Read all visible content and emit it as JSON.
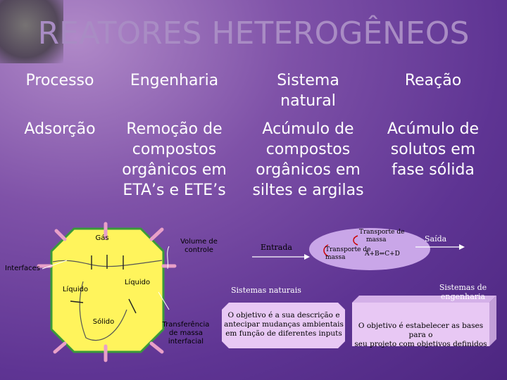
{
  "title": "REATORES HETEROGÊNEOS",
  "table": {
    "headers": [
      "Processo",
      "Engenharia",
      "Sistema\nnatural",
      "Reação"
    ],
    "row": {
      "processo": "Adsorção",
      "engenharia": [
        "Remoção de",
        "compostos",
        "orgânicos em",
        "ETA’s e ETE’s"
      ],
      "natural": [
        "Acúmulo de",
        "compostos",
        "orgânicos em",
        "siltes e argilas"
      ],
      "reacao": [
        "Acúmulo de",
        "solutos em",
        "fase sólida"
      ]
    }
  },
  "left_diagram": {
    "gas": "Gás",
    "volume": [
      "Volume de",
      "controle"
    ],
    "interfaces": "Interfaces",
    "liquido_right": "Líquido",
    "liquido_left": "Líquido",
    "solido": "Sólido",
    "transferencia": [
      "Transferência",
      "de massa",
      "interfacial"
    ]
  },
  "right_diagram": {
    "entrada": "Entrada",
    "transporte_top": [
      "Transporte de",
      "massa"
    ],
    "transporte_left": [
      "Transporte de",
      "massa"
    ],
    "reaction": "A+B⇔C+D",
    "saida": "Saída",
    "sistemas_naturais": "Sistemas naturais",
    "sistemas_engenharia": "Sistemas de engenharia",
    "box_left": [
      "O objetivo é a sua descrição e",
      "antecipar mudanças ambientais",
      "em função de diferentes inputs"
    ],
    "box_right": [
      "O objetivo é estabelecer as bases para o",
      "seu projeto com objetivos definidos"
    ]
  },
  "colors": {
    "background": "#5e3493",
    "title": "#a98cc4",
    "octagon_fill": "#fff45c",
    "octagon_border": "#3a9a3a",
    "oval": "#c9a6e8",
    "box": "#e8c8f4"
  }
}
